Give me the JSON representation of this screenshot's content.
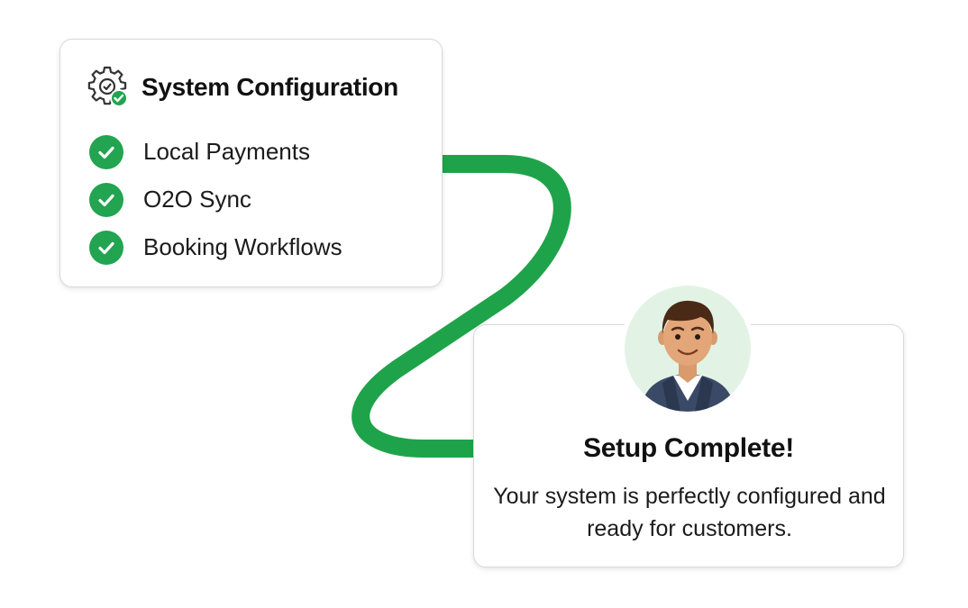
{
  "colors": {
    "accent_green": "#22a451",
    "connector_green": "#1fa34a",
    "avatar_background": "#e2f3e6",
    "card_border": "#d9d9d9"
  },
  "config_card": {
    "icon": "gear-check-icon",
    "title": "System Configuration",
    "items": [
      {
        "label": "Local Payments",
        "status": "complete",
        "icon": "check-icon"
      },
      {
        "label": "O2O Sync",
        "status": "complete",
        "icon": "check-icon"
      },
      {
        "label": "Booking Workflows",
        "status": "complete",
        "icon": "check-icon"
      }
    ]
  },
  "complete_card": {
    "avatar": "person-avatar",
    "title": "Setup Complete!",
    "message": "Your system is perfectly configured and ready for customers."
  }
}
